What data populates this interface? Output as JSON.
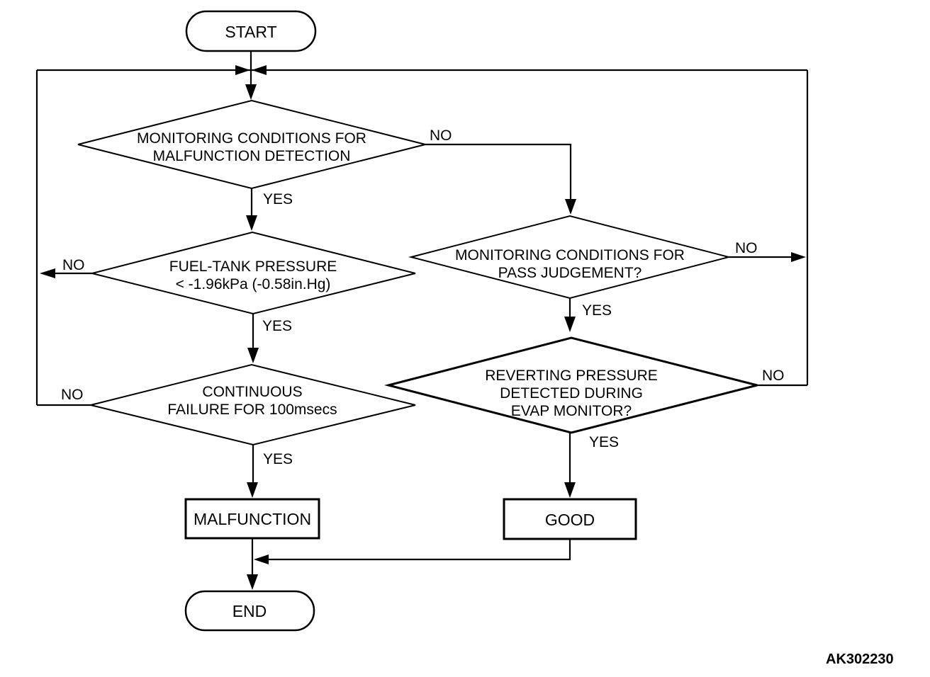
{
  "flowchart": {
    "figure_code": "AK302230",
    "colors": {
      "line": "#000000",
      "background": "#ffffff",
      "text": "#000000"
    },
    "nodes": {
      "start": {
        "type": "terminator",
        "label": "START"
      },
      "cond_malfunction_monitoring": {
        "type": "decision",
        "line1": "MONITORING CONDITIONS FOR",
        "line2": "MALFUNCTION DETECTION",
        "yes_label": "YES",
        "no_label": "NO"
      },
      "cond_fuel_tank_pressure": {
        "type": "decision",
        "line1": "FUEL-TANK PRESSURE",
        "line2": "< -1.96kPa (-0.58in.Hg)",
        "yes_label": "YES",
        "no_label": "NO"
      },
      "cond_continuous_failure": {
        "type": "decision",
        "line1": "CONTINUOUS",
        "line2": "FAILURE FOR 100msecs",
        "yes_label": "YES",
        "no_label": "NO"
      },
      "malfunction": {
        "type": "process",
        "label": "MALFUNCTION"
      },
      "end": {
        "type": "terminator",
        "label": "END"
      },
      "cond_pass_monitoring": {
        "type": "decision",
        "line1": "MONITORING CONDITIONS FOR",
        "line2": "PASS JUDGEMENT?",
        "yes_label": "YES",
        "no_label": "NO"
      },
      "cond_reverting_pressure": {
        "type": "decision",
        "line1": "REVERTING PRESSURE",
        "line2": "DETECTED DURING",
        "line3": "EVAP MONITOR?",
        "yes_label": "YES",
        "no_label": "NO"
      },
      "good": {
        "type": "process",
        "label": "GOOD"
      }
    },
    "edges": [
      {
        "from": "start",
        "to": "cond_malfunction_monitoring"
      },
      {
        "from": "cond_malfunction_monitoring",
        "to": "cond_fuel_tank_pressure",
        "label": "YES"
      },
      {
        "from": "cond_malfunction_monitoring",
        "to": "cond_pass_monitoring",
        "label": "NO"
      },
      {
        "from": "cond_fuel_tank_pressure",
        "to": "cond_continuous_failure",
        "label": "YES"
      },
      {
        "from": "cond_fuel_tank_pressure",
        "to": "start_junction_left_loop",
        "label": "NO"
      },
      {
        "from": "cond_continuous_failure",
        "to": "malfunction",
        "label": "YES"
      },
      {
        "from": "cond_continuous_failure",
        "to": "start_junction_left_loop",
        "label": "NO"
      },
      {
        "from": "cond_pass_monitoring",
        "to": "cond_reverting_pressure",
        "label": "YES"
      },
      {
        "from": "cond_pass_monitoring",
        "to": "start_junction_right_loop",
        "label": "NO"
      },
      {
        "from": "cond_reverting_pressure",
        "to": "good",
        "label": "YES"
      },
      {
        "from": "cond_reverting_pressure",
        "to": "start_junction_right_loop",
        "label": "NO"
      },
      {
        "from": "malfunction",
        "to": "end"
      },
      {
        "from": "good",
        "to": "end"
      }
    ]
  }
}
